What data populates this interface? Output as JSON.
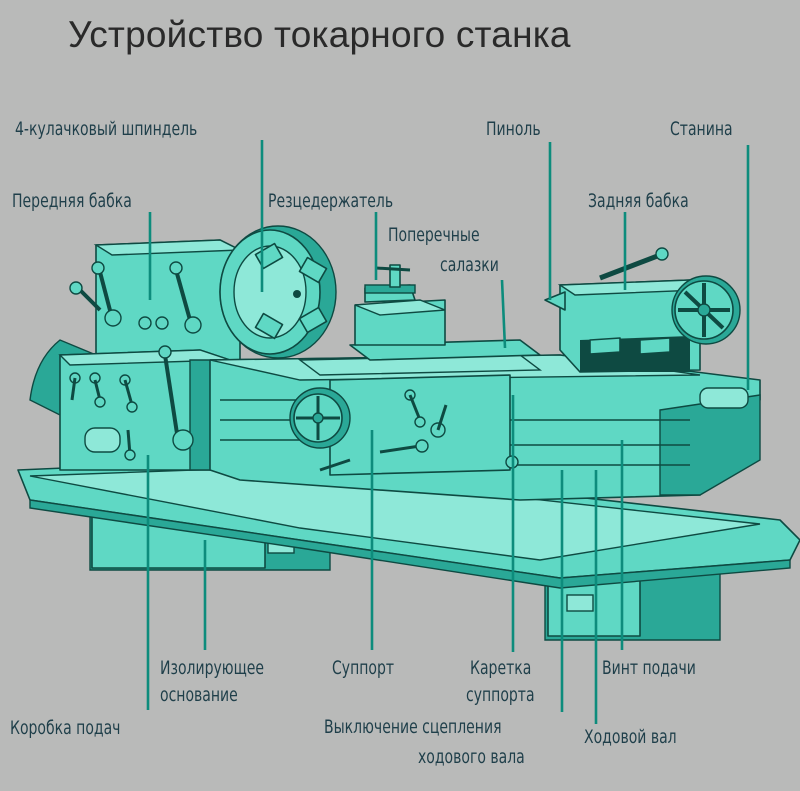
{
  "title": "Устройство токарного станка",
  "colors": {
    "background": "#b9bab9",
    "machine": "#5fd8c4",
    "machine_dark": "#1e9c8a",
    "outline": "#0e4a42",
    "leader": "#0d8c7c",
    "text": "#1f3f4a"
  },
  "labels": {
    "spindle": "4-кулачковый шпиндель",
    "headstock": "Передняя бабка",
    "tool_holder": "Резцедержатель",
    "cross_slide_1": "Поперечные",
    "cross_slide_2": "салазки",
    "quill": "Пиноль",
    "bed": "Станина",
    "tailstock": "Задняя бабка",
    "base_1": "Изолирующее",
    "base_2": "основание",
    "support": "Суппорт",
    "carriage_1": "Каретка",
    "carriage_2": "суппорта",
    "feed_screw": "Винт подачи",
    "feed_box": "Коробка подач",
    "clutch_off_1": "Выключение сцепления",
    "clutch_off_2": "ходового вала",
    "lead_shaft": "Ходовой вал"
  }
}
